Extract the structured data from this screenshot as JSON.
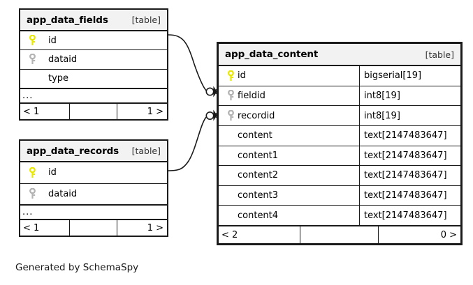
{
  "diagram": {
    "type": "entity-relationship-diagram",
    "generator": "SchemaSpy",
    "caption": "Generated by SchemaSpy",
    "background": "#ffffff",
    "line_color": "#1a1a1a",
    "header_fill": "#f2f2f2",
    "primary_key_color": "#e8e800",
    "foreign_key_color": "#b3b3b3"
  },
  "tables": [
    {
      "id": "app_data_fields",
      "name": "app_data_fields",
      "kind": "[table]",
      "emphasis": false,
      "show_types": false,
      "columns": [
        {
          "name": "id",
          "key": "primary",
          "type": ""
        },
        {
          "name": "dataid",
          "key": "foreign",
          "type": ""
        },
        {
          "name": "type",
          "key": "none",
          "type": ""
        }
      ],
      "truncation": "...",
      "footer": {
        "left": "< 1",
        "middle": "",
        "right": "1 >"
      }
    },
    {
      "id": "app_data_records",
      "name": "app_data_records",
      "kind": "[table]",
      "emphasis": false,
      "show_types": false,
      "columns": [
        {
          "name": "id",
          "key": "primary",
          "type": ""
        },
        {
          "name": "dataid",
          "key": "foreign",
          "type": ""
        }
      ],
      "truncation": "...",
      "footer": {
        "left": "< 1",
        "middle": "",
        "right": "1 >"
      }
    },
    {
      "id": "app_data_content",
      "name": "app_data_content",
      "kind": "[table]",
      "emphasis": true,
      "show_types": true,
      "columns": [
        {
          "name": "id",
          "key": "primary",
          "type": "bigserial[19]"
        },
        {
          "name": "fieldid",
          "key": "foreign",
          "type": "int8[19]"
        },
        {
          "name": "recordid",
          "key": "foreign",
          "type": "int8[19]"
        },
        {
          "name": "content",
          "key": "none",
          "type": "text[2147483647]"
        },
        {
          "name": "content1",
          "key": "none",
          "type": "text[2147483647]"
        },
        {
          "name": "content2",
          "key": "none",
          "type": "text[2147483647]"
        },
        {
          "name": "content3",
          "key": "none",
          "type": "text[2147483647]"
        },
        {
          "name": "content4",
          "key": "none",
          "type": "text[2147483647]"
        }
      ],
      "truncation": "",
      "footer": {
        "left": "< 2",
        "middle": "",
        "right": "0 >"
      }
    }
  ],
  "relationships": [
    {
      "id": "fields-to-content",
      "from_table": "app_data_fields",
      "from_column": "id",
      "to_table": "app_data_content",
      "to_column": "fieldid",
      "from_cardinality": "one",
      "to_cardinality": "zero-or-many"
    },
    {
      "id": "records-to-content",
      "from_table": "app_data_records",
      "from_column": "id",
      "to_table": "app_data_content",
      "to_column": "recordid",
      "from_cardinality": "one",
      "to_cardinality": "zero-or-many"
    }
  ]
}
